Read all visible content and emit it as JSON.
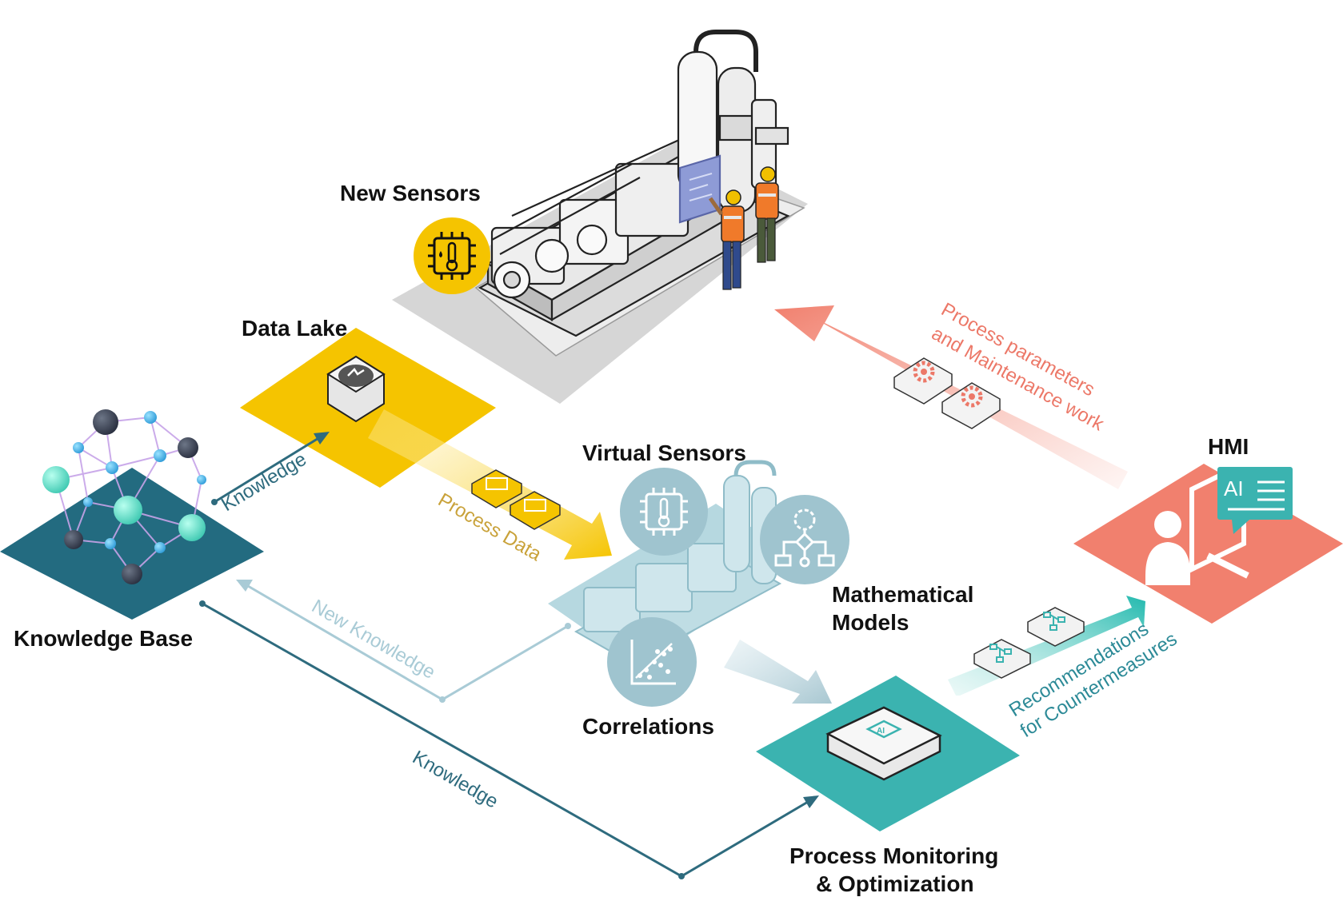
{
  "labels": {
    "new_sensors": "New Sensors",
    "data_lake": "Data Lake",
    "knowledge_base": "Knowledge Base",
    "virtual_sensors": "Virtual Sensors",
    "mathematical_models_1": "Mathematical",
    "mathematical_models_2": "Models",
    "correlations": "Correlations",
    "process_monitoring_1": "Process Monitoring",
    "process_monitoring_2": "& Optimization",
    "hmi": "HMI",
    "hmi_ai": "AI"
  },
  "flows": {
    "knowledge_to_lake": "Knowledge",
    "process_data": "Process Data",
    "new_knowledge": "New Knowledge",
    "knowledge_bottom": "Knowledge",
    "recommendations_1": "Recommendations",
    "recommendations_2": "for Countermeasures",
    "process_params_1": "Process parameters",
    "process_params_2": "and Maintenance work"
  },
  "colors": {
    "data_lake": "#F5C400",
    "knowledge_base": "#236B80",
    "process_monitoring": "#3BB3B0",
    "hmi": "#F1806E",
    "machine_floor": "#D6D6D6",
    "virtual_floor": "#A9D2DB",
    "virtual_icon": "#9FC4CF",
    "knowledge_arrow": "#2E6B7E",
    "new_knowledge_arrow": "#A9CBD6",
    "process_data_text": "#C9A23A",
    "recommendation_text": "#2C8A97",
    "process_params_text": "#EC7868"
  }
}
